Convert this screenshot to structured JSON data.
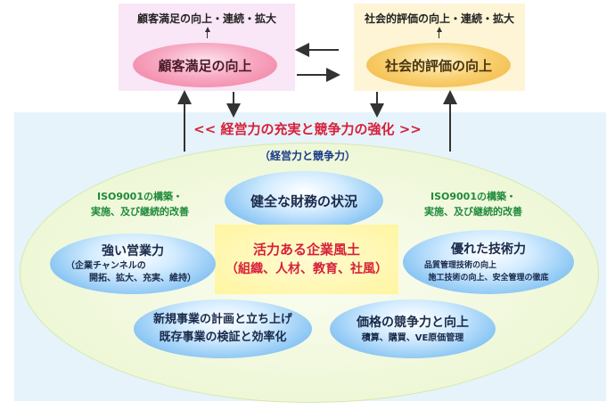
{
  "top_left": {
    "caption": "顧客満足の向上・連続・拡大",
    "ellipse_label": "顧客満足の向上",
    "bg_color": "#f9e6f7",
    "ellipse_color": "#f07a9e"
  },
  "top_right": {
    "caption": "社会的評価の向上・連続・拡大",
    "ellipse_label": "社会的評価の向上",
    "bg_color": "#fdf5d6",
    "ellipse_color": "#f3b43f"
  },
  "main_heading": "<< 経営力の充実と競争力の強化 >>",
  "sub_heading": "（経営力と競争力）",
  "iso_left": [
    "ISO9001の構築・",
    "実施、及び継続的改善"
  ],
  "iso_right": [
    "ISO9001の構築・",
    "実施、及び継続的改善"
  ],
  "center_top": "健全な財務の状況",
  "core": {
    "title": "活力ある企業風土",
    "subtitle": "（組織、人材、教育、社風）"
  },
  "sales": {
    "title": "強い営業力",
    "lines": [
      "（企業チャンネルの",
      "開拓、拡大、充実、維持）"
    ]
  },
  "tech": {
    "title": "優れた技術力",
    "lines": [
      "品質管理技術の向上",
      "施工技術の向上、安全管理の徹底"
    ]
  },
  "new_biz": {
    "lines": [
      "新規事業の計画と立ち上げ",
      "既存事業の検証と効率化"
    ]
  },
  "price": {
    "title": "価格の競争力と向上",
    "lines": [
      "積算、購買、VE原価管理"
    ]
  },
  "colors": {
    "heading_red": "#d6203a",
    "outer_panel": "#e6f3fb",
    "big_ellipse": "#eef7d6",
    "core_yellow": "#fff7a8",
    "iso_green": "#1e8a3a",
    "arrow": "#333333"
  }
}
